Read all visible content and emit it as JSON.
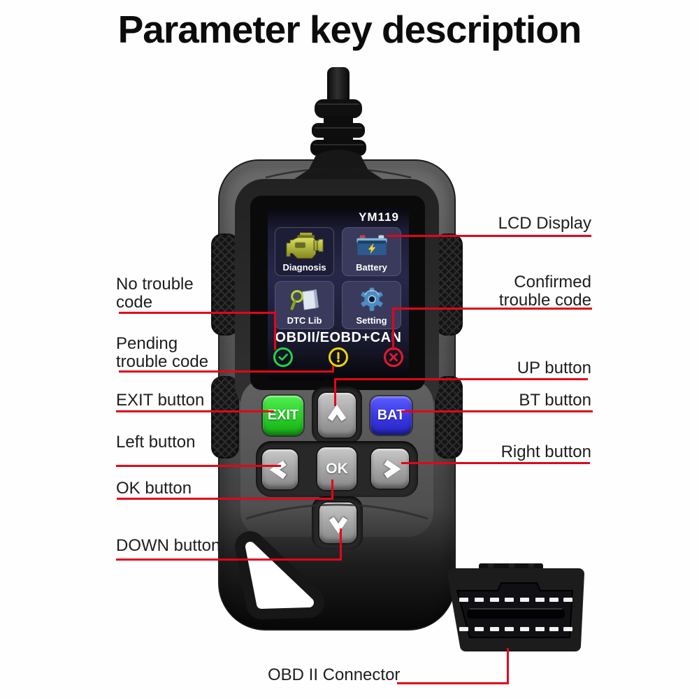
{
  "title": "Parameter key description",
  "device": {
    "model": "YM119",
    "screen": {
      "caption": "OBDII/EOBD+CAN",
      "tiles": [
        {
          "label": "Diagnosis",
          "icon": "engine-icon"
        },
        {
          "label": "Battery",
          "icon": "battery-icon"
        },
        {
          "label": "DTC Lib",
          "icon": "magnifier-book-icon"
        },
        {
          "label": "Setting",
          "icon": "gear-icon"
        }
      ],
      "status_icons": [
        {
          "name": "no-trouble-code-icon",
          "glyph": "check",
          "color": "#1fd34a"
        },
        {
          "name": "pending-trouble-code-icon",
          "glyph": "exclamation",
          "color": "#eed500"
        },
        {
          "name": "confirmed-trouble-code-icon",
          "glyph": "cross",
          "color": "#e6192e"
        }
      ]
    },
    "buttons": {
      "exit": "EXIT",
      "bat": "BAT",
      "ok": "OK",
      "up": "up-arrow",
      "down": "down-arrow",
      "left": "left-arrow",
      "right": "right-arrow"
    }
  },
  "annotations": {
    "lcd_display": "LCD Display",
    "no_trouble_code": "No trouble code",
    "confirmed_trouble_code": "Confirmed trouble code",
    "pending_trouble_code": "Pending trouble code",
    "up_button": "UP button",
    "exit_button": "EXIT button",
    "bt_button": "BT button",
    "left_button": "Left button",
    "right_button": "Right button",
    "ok_button": "OK button",
    "down_button": "DOWN button",
    "obd_connector": "OBD II Connector"
  },
  "colors": {
    "annotation_line": "#e2061a",
    "exit_button": "#2bd22b",
    "bat_button": "#3a3ae8",
    "status_ok": "#1fd34a",
    "status_pending": "#eed500",
    "status_confirmed": "#e6192e"
  }
}
